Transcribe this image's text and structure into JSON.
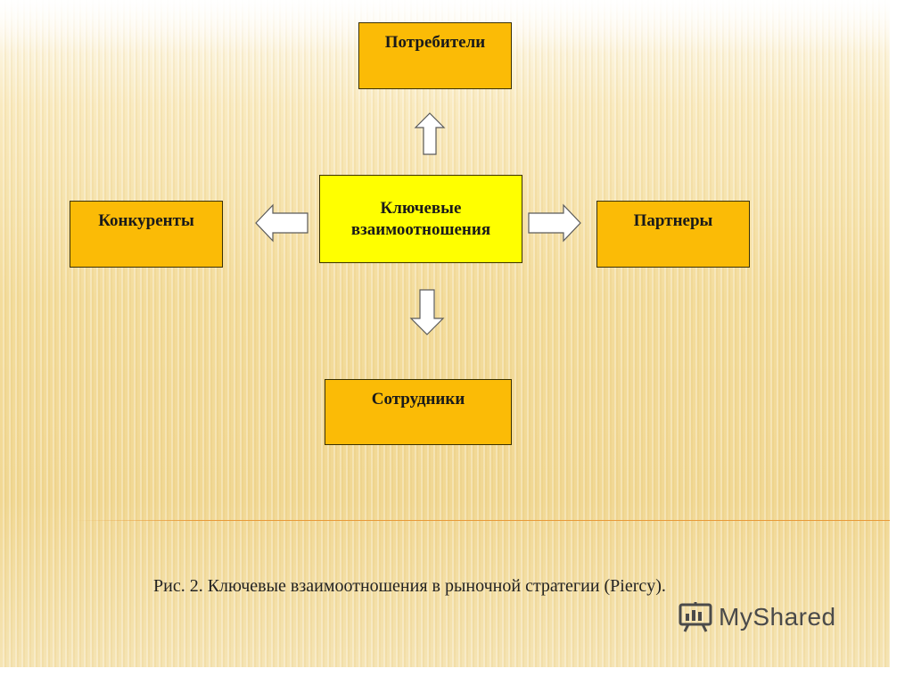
{
  "diagram": {
    "center": {
      "line1": "Ключевые",
      "line2": "взаимоотношения"
    },
    "top": "Потребители",
    "left": "Конкуренты",
    "right": "Партнеры",
    "bottom": "Сотрудники"
  },
  "caption": "Рис. 2. Ключевые взаимоотношения в рыночной стратегии (Piercy).",
  "watermark": "MyShared",
  "colors": {
    "box_orange": "#fbbb06",
    "box_center": "#ffff00"
  }
}
